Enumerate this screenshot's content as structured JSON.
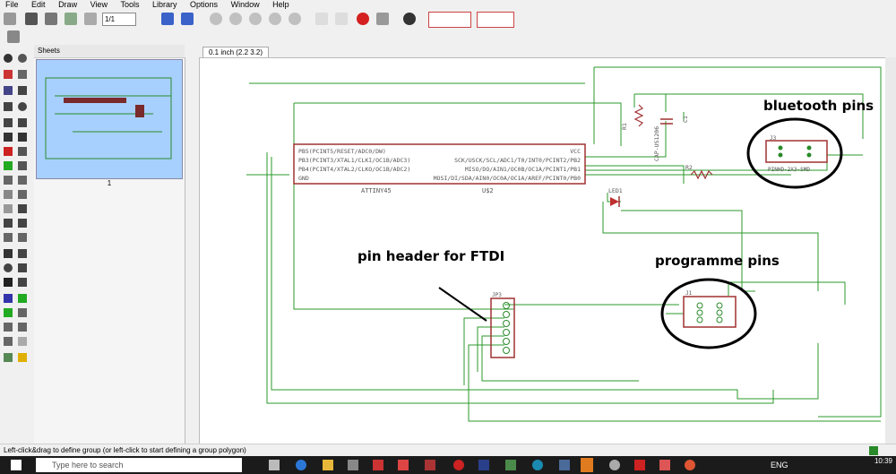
{
  "menu": [
    "File",
    "Edit",
    "Draw",
    "View",
    "Tools",
    "Library",
    "Options",
    "Window",
    "Help"
  ],
  "toolbar": {
    "sheet_select": "1/1"
  },
  "sheets_panel": {
    "title": "Sheets",
    "sheet_number": "1"
  },
  "tab": {
    "label": "0.1 inch (2.2 3.2)"
  },
  "annotations": {
    "bluetooth": "bluetooth pins",
    "ftdi": "pin header for FTDI",
    "programme": "programme pins"
  },
  "schematic": {
    "chip_name": "ATTINY45",
    "chip_ref": "U$2",
    "chip_left_pins": [
      "PB5(PCINT5/RESET/ADC0/DW)",
      "PB3(PCINT3/XTAL1/CLKI/OC1B/ADC3)",
      "PB4(PCINT4/XTAL2/CLKO/OC1B/ADC2)",
      "GND"
    ],
    "chip_right_pins": [
      "VCC",
      "SCK/USCK/SCL/ADC1/T0/INT0/PCINT2/PB2",
      "MISO/DO/AIN1/OC0B/OC1A/PCINT1/PB1",
      "MOSI/DI/SDA/AIN0/OC0A/OC1A/AREF/PCINT0/PB0"
    ],
    "r1": "R1",
    "cap": "CAP-US1206",
    "c1": "C1",
    "r2": "R2",
    "led": "LED1",
    "bluetooth_ref": "J3",
    "bluetooth_part": "PINHD-2X3-SMD",
    "ftdi_ref": "JP3",
    "prog_ref": "J1"
  },
  "status": {
    "message": "Left-click&drag to define group (or left-click to start defining a group polygon)"
  },
  "taskbar": {
    "search_placeholder": "Type here to search",
    "time": "10:39",
    "lang": "ENG"
  }
}
